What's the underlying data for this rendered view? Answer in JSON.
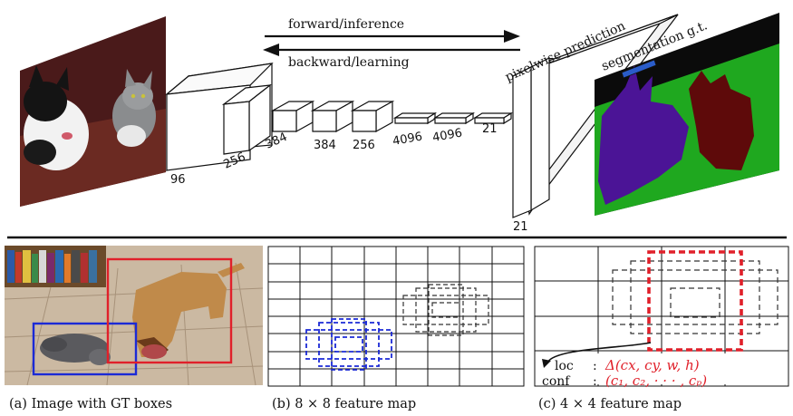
{
  "top": {
    "arrow_forward": "forward/inference",
    "arrow_backward": "backward/learning",
    "pred_label": "pixelwise prediction",
    "gt_label": "segmentation g.t.",
    "layers": [
      "96",
      "256",
      "384",
      "384",
      "256",
      "4096",
      "4096",
      "21"
    ],
    "pred_channels": "21"
  },
  "panels": {
    "a_caption": "(a) Image with GT boxes",
    "b_caption": "(b) 8 × 8 feature map",
    "c_caption": "(c) 4 × 4 feature map"
  },
  "loc": {
    "loc_key": "loc",
    "loc_colon": ":",
    "loc_val": "Δ(cx, cy, w, h)",
    "conf_key": "conf",
    "conf_colon": ":",
    "conf_val": "(c₁, c₂, · · · , cₚ)"
  },
  "colors": {
    "seg_bg": "#0b0b0b",
    "seg_green": "#1fa81f",
    "seg_purple": "#4b1496",
    "seg_maroon": "#5e0a0a",
    "box_blue": "#1b2ad6",
    "box_red": "#e0202a"
  }
}
